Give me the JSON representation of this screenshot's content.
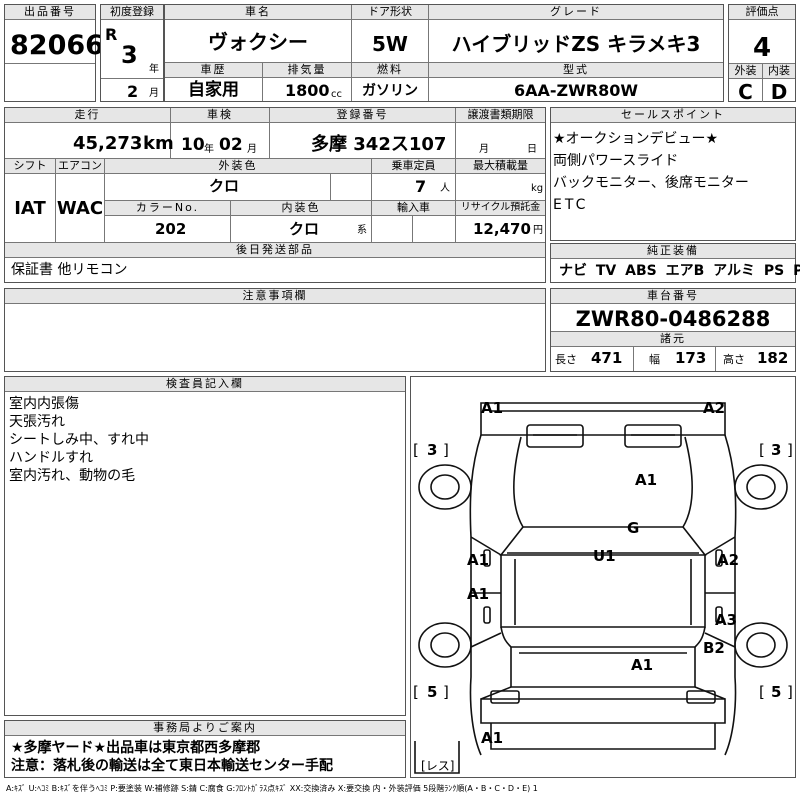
{
  "headers": {
    "lot_no": "出品番号",
    "first_reg": "初度登録",
    "car_name": "車名",
    "door": "ドア形状",
    "grade": "グレード",
    "score": "評価点",
    "history": "車歴",
    "displacement": "排気量",
    "fuel": "燃料",
    "model_code": "型式",
    "ext": "外装",
    "int": "内装",
    "mileage": "走行",
    "inspection": "車検",
    "reg_no": "登録番号",
    "transfer": "譲渡書類期限",
    "sales_point": "セールスポイント",
    "shift": "シフト",
    "aircon": "エアコン",
    "ext_color": "外装色",
    "capacity": "乗車定員",
    "max_load": "最大積載量",
    "color_no": "カラーNo.",
    "int_color": "内装色",
    "import": "輸入車",
    "recycle": "リサイクル預託金",
    "later_parts": "後日発送部品",
    "genuine": "純正装備",
    "notes": "注意事項欄",
    "chassis": "車台番号",
    "specs": "諸元",
    "inspector": "検査員記入欄",
    "office": "事務局よりご案内"
  },
  "vehicle": {
    "lot_no": "82066",
    "era": "R",
    "year": "3",
    "year_unit": "年",
    "month": "2",
    "month_unit": "月",
    "car_name": "ヴォクシー",
    "door": "5W",
    "grade": "ハイブリッドZS キラメキ3",
    "score": "4",
    "history": "自家用",
    "displacement": "1800",
    "displacement_unit": "cc",
    "fuel": "ガソリン",
    "model_code": "6AA-ZWR80W",
    "ext_grade": "C",
    "int_grade": "D",
    "mileage": "45,273",
    "mileage_unit": "km",
    "inspection_year": "10",
    "inspection_year_unit": "年",
    "inspection_month": "02",
    "inspection_month_unit": "月",
    "reg_no": "多摩 342ス107",
    "transfer_month_unit": "月",
    "transfer_day_unit": "日",
    "shift": "IAT",
    "aircon": "WAC",
    "ext_color": "クロ",
    "capacity": "7",
    "capacity_unit": "人",
    "max_load_unit": "kg",
    "color_no": "202",
    "int_color": "クロ",
    "int_color_unit": "系",
    "recycle": "12,470",
    "recycle_unit": "円",
    "later_parts": "保証書 他リモコン",
    "genuine": "ナビ TV ABS エアB アルミ PS PW",
    "chassis": "ZWR80-0486288",
    "length_label": "長さ",
    "length": "471",
    "width_label": "幅",
    "width": "173",
    "height_label": "高さ",
    "height": "182"
  },
  "sales_points": [
    "★オークションデビュー★",
    "両側パワースライド",
    "バックモニター、後席モニター",
    "ETC"
  ],
  "inspector_notes": [
    "室内内張傷",
    "天張汚れ",
    "シートしみ中、すれ中",
    "ハンドルすれ",
    "室内汚れ、動物の毛"
  ],
  "office_notes": [
    "★多摩ヤード★出品車は東京都西多摩郡",
    "注意：落札後の輸送は全て東日本輸送センター手配"
  ],
  "diagram": {
    "marks": {
      "front_left": "A1",
      "front_right": "A2",
      "hood": "A1",
      "windshield": "G",
      "roof": "U1",
      "left_front_door": "A1",
      "right_front_door": "A2",
      "left_rear_door": "A1",
      "right_rear_door": "A3",
      "right_quarter": "B2",
      "rear_hatch": "A1",
      "rear_bumper": "A1"
    },
    "tire_front_left": "3",
    "tire_front_right": "3",
    "tire_rear_left": "5",
    "tire_rear_right": "5",
    "spare": "レス"
  },
  "legend": "A:ｷｽﾞ U:ﾍｺﾐ B:ｷｽﾞを伴うﾍｺﾐ P:要塗装 W:補修跡 S:錆 C:腐食 G:ﾌﾛﾝﾄｶﾞﾗｽ点ｷｽﾞ XX:交換済み X:要交換 内・外装評価 5段階ﾗﾝｸ順(A・B・C・D・E) 1"
}
